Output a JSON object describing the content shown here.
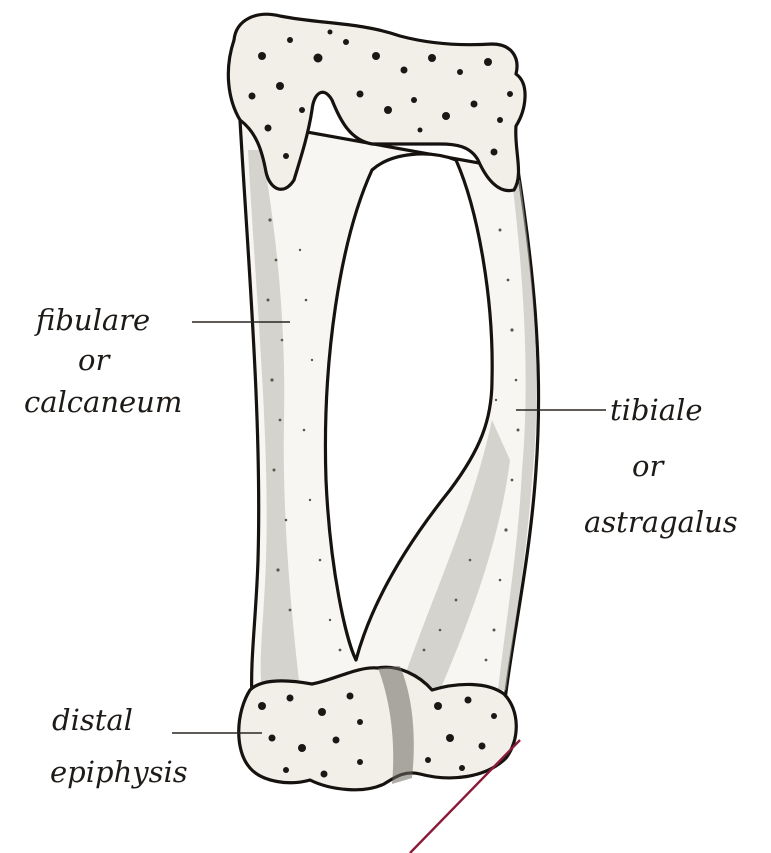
{
  "labels": {
    "fibulare_line1": "fibulare",
    "fibulare_line2": "or",
    "fibulare_line3": "calcaneum",
    "tibiale_line1": "tibiale",
    "tibiale_line2": "or",
    "tibiale_line3": "astragalus",
    "distal_line1": "distal",
    "distal_line2": "epiphysis"
  },
  "colors": {
    "ink": "#151210",
    "paper": "#ffffff",
    "bone": "#f7f6f2",
    "shade": "#b9b6ae",
    "margin_line": "#8b1a3a"
  }
}
